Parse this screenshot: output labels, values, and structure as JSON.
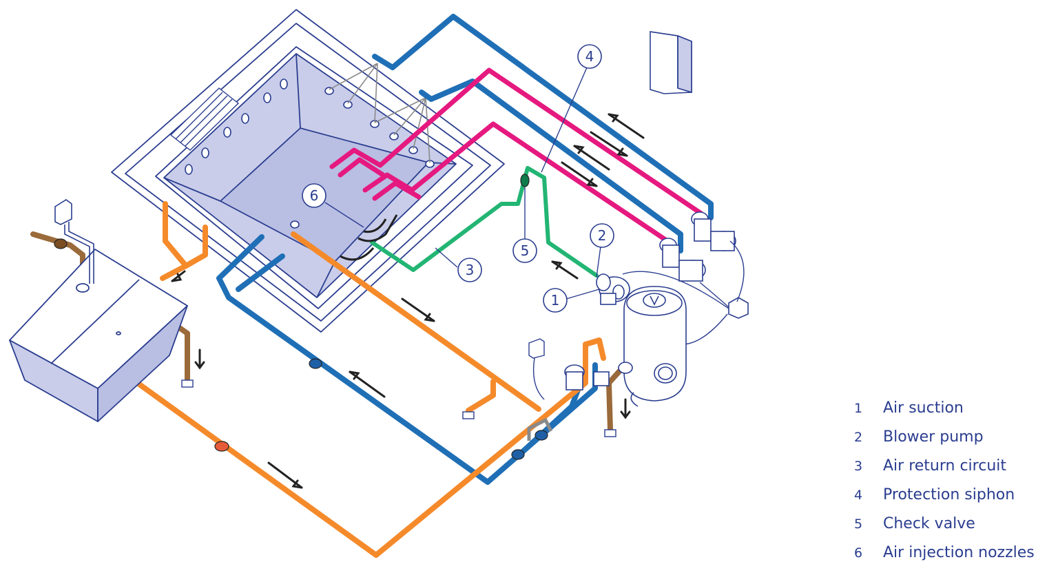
{
  "colors": {
    "outline": "#2a3d8f",
    "tub_fill": "#c9cdea",
    "water_circuit": "#1f6fb6",
    "air_circuit": "#e5197f",
    "air_return": "#22b573",
    "drain": "#f58a2b",
    "supply": "#9a6a3a",
    "arrow": "#222222"
  },
  "callouts": [
    {
      "number": "1"
    },
    {
      "number": "2"
    },
    {
      "number": "3"
    },
    {
      "number": "4"
    },
    {
      "number": "5"
    },
    {
      "number": "6"
    }
  ],
  "legend": [
    {
      "number": "1",
      "label": "Air suction"
    },
    {
      "number": "2",
      "label": "Blower pump"
    },
    {
      "number": "3",
      "label": "Air return circuit"
    },
    {
      "number": "4",
      "label": "Protection siphon"
    },
    {
      "number": "5",
      "label": "Check valve"
    },
    {
      "number": "6",
      "label": "Air injection nozzles"
    }
  ]
}
